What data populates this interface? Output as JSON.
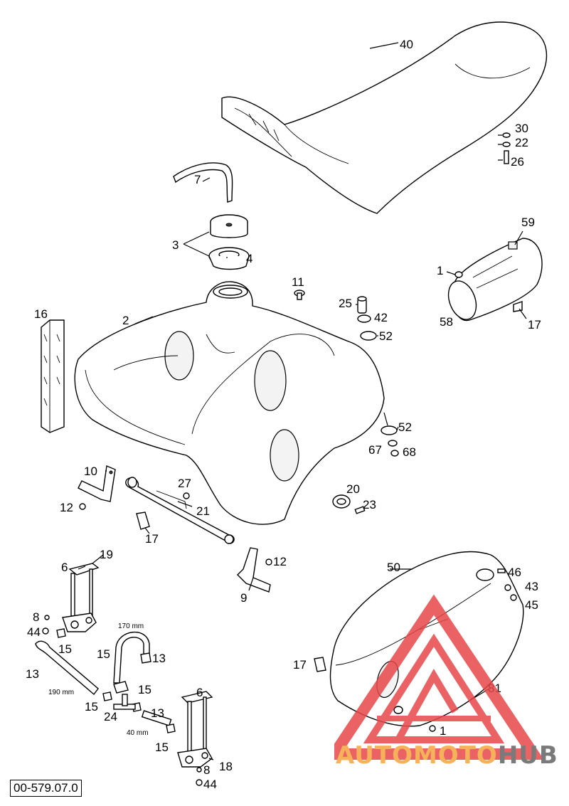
{
  "diagram": {
    "reference_code": "00-579.07.0",
    "callouts": [
      "40",
      "30",
      "22",
      "26",
      "7",
      "3",
      "4",
      "59",
      "1",
      "58",
      "17",
      "11",
      "25",
      "42",
      "52",
      "16",
      "2",
      "52",
      "67",
      "68",
      "10",
      "27",
      "21",
      "12",
      "17",
      "20",
      "23",
      "12",
      "9",
      "6",
      "19",
      "8",
      "44",
      "15",
      "13",
      "15",
      "13",
      "15",
      "15",
      "24",
      "13",
      "6",
      "15",
      "18",
      "8",
      "44",
      "50",
      "46",
      "43",
      "45",
      "17",
      "81",
      "1"
    ],
    "dimensions": [
      "170 mm",
      "190 mm",
      "40 mm"
    ]
  },
  "watermark": {
    "brand_part1": "AUTOMOTO",
    "brand_part2": "HUB",
    "colors": {
      "red": "#e8474b",
      "orange": "#f6b25a",
      "gray": "#7a7a7a"
    }
  }
}
